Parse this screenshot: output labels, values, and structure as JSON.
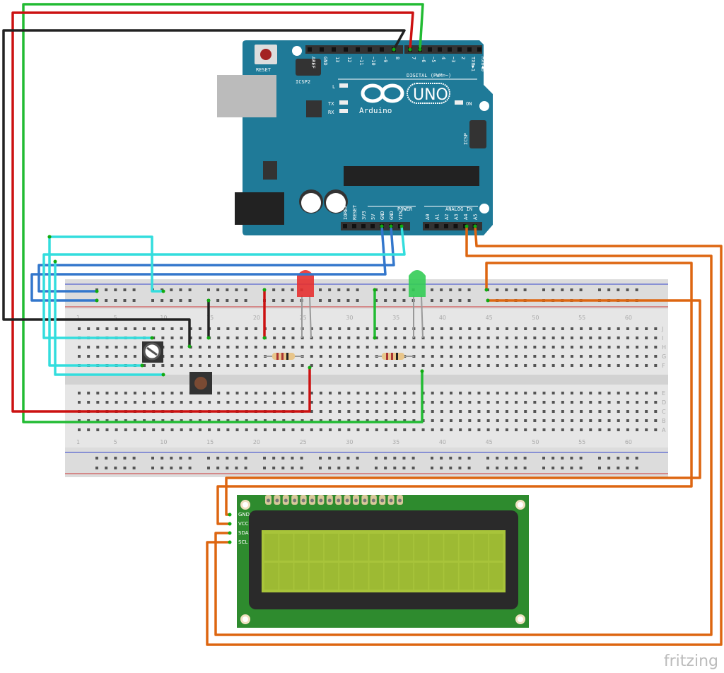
{
  "arduino": {
    "brand": "Arduino",
    "model": "UNO",
    "reset_label": "RESET",
    "icsp2_label": "ICSP2",
    "icsp_label": "ICSP",
    "led_labels": [
      "L",
      "TX",
      "RX",
      "ON"
    ],
    "digital_label": "DIGITAL (PWM=~)",
    "digital_pins": [
      "AREF",
      "GND",
      "13",
      "12",
      "~11",
      "~10",
      "~9",
      "8",
      "7",
      "~6",
      "~5",
      "4",
      "~3",
      "2",
      "TX0▶1",
      "RX0◀0"
    ],
    "power_label": "POWER",
    "power_pins": [
      "IOREF",
      "RESET",
      "3V3",
      "5V",
      "GND",
      "GND",
      "VIN"
    ],
    "analog_label": "ANALOG IN",
    "analog_pins": [
      "A0",
      "A1",
      "A2",
      "A3",
      "A4",
      "A5"
    ],
    "board_color": "#1f7a98"
  },
  "breadboard": {
    "column_numbers": [
      "1",
      "5",
      "10",
      "15",
      "20",
      "25",
      "30",
      "35",
      "40",
      "45",
      "50",
      "55",
      "60"
    ],
    "row_letters_top": [
      "J",
      "I",
      "H",
      "G",
      "F"
    ],
    "row_letters_bottom": [
      "E",
      "D",
      "C",
      "B",
      "A"
    ]
  },
  "lcd": {
    "pins": [
      "GND",
      "VCC",
      "SDA",
      "SCL"
    ],
    "screen_color": "#a8c43a",
    "board_color": "#2e8b2e"
  },
  "wire_colors": {
    "red": "#cc1111",
    "green": "#22bb33",
    "black": "#222222",
    "blue": "#3377cc",
    "cyan": "#33dddd",
    "orange": "#dd6611"
  },
  "watermark": "fritzing"
}
